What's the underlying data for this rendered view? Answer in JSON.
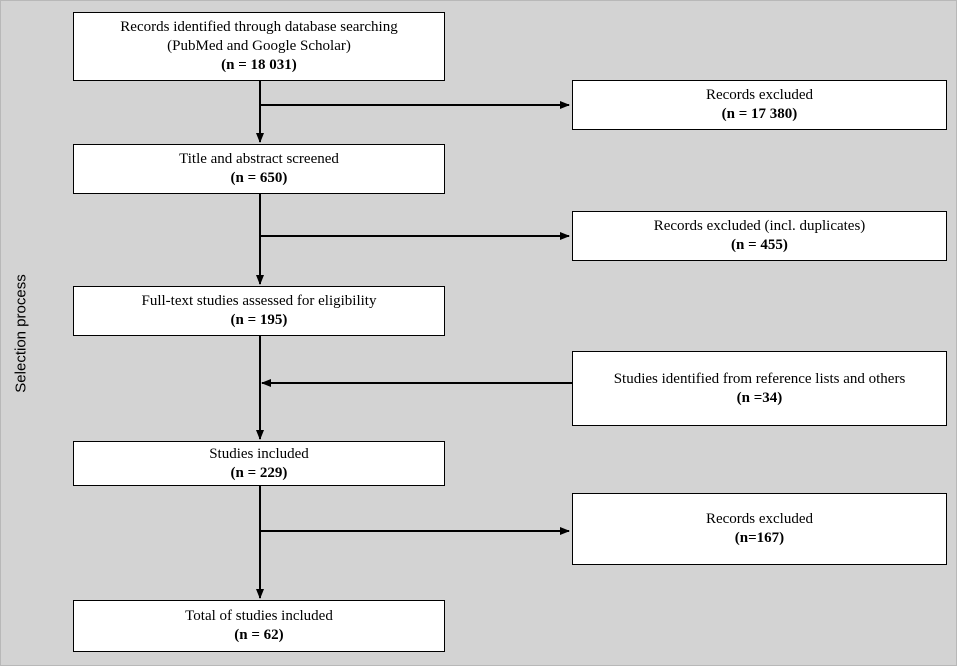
{
  "side_label": "Selection process",
  "boxes": {
    "identified": {
      "line1": "Records identified through database searching",
      "line2": "(PubMed and Google Scholar)",
      "count": "(n = 18 031)"
    },
    "excluded1": {
      "line1": "Records excluded",
      "count": "(n = 17 380)"
    },
    "screened": {
      "line1": "Title and abstract screened",
      "count": "(n = 650)"
    },
    "excluded2": {
      "line1": "Records excluded (incl. duplicates)",
      "count": "(n = 455)"
    },
    "fulltext": {
      "line1": "Full-text studies assessed for eligibility",
      "count": "(n = 195)"
    },
    "references": {
      "line1": "Studies identified from reference lists and others",
      "count": "(n =34)"
    },
    "included": {
      "line1": "Studies included",
      "count": "(n = 229)"
    },
    "excluded3": {
      "line1": "Records excluded",
      "count": "(n=167)"
    },
    "total": {
      "line1": "Total of studies included",
      "count": "(n = 62)"
    }
  }
}
